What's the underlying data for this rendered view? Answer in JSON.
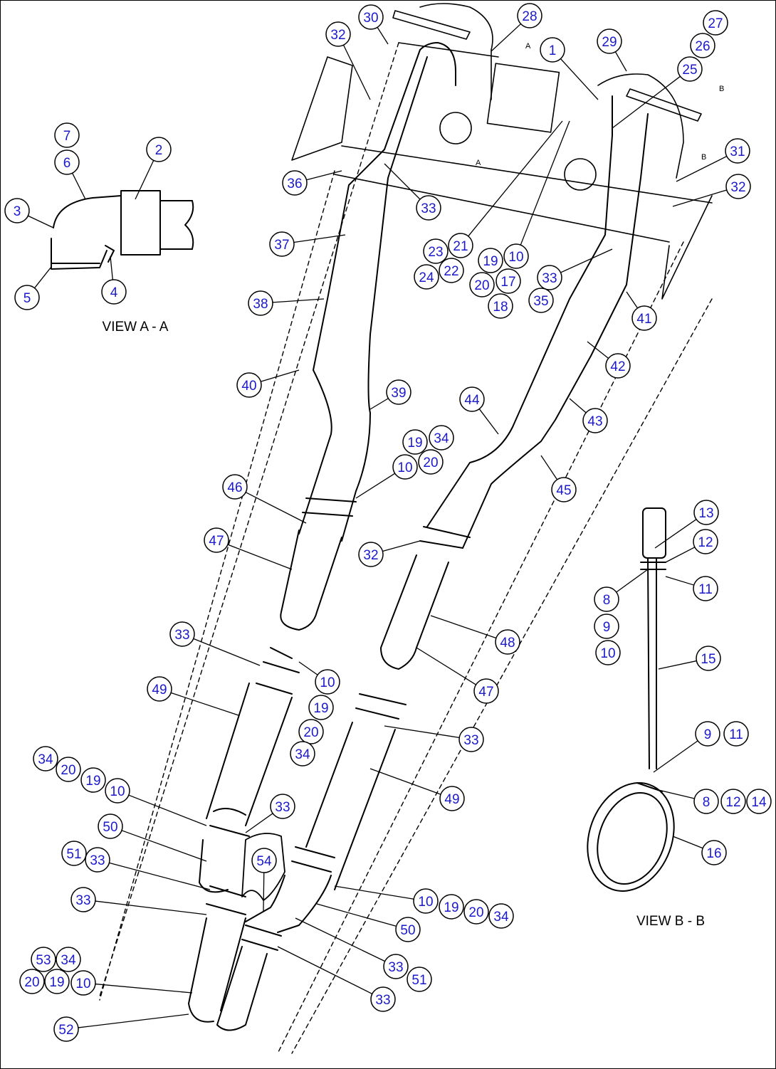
{
  "colors": {
    "line": "#000000",
    "callout_fill": "#ffffff",
    "callout_text": "#1a1acc"
  },
  "view_labels": {
    "view_a": "VIEW A - A",
    "view_b": "VIEW B - B"
  },
  "section_markers": {
    "a_top": "A",
    "a_bottom": "A",
    "b_top": "B",
    "b_bottom": "B"
  },
  "callouts": [
    "30",
    "28",
    "32",
    "1",
    "29",
    "27",
    "26",
    "25",
    "31",
    "32",
    "36",
    "33",
    "37",
    "21",
    "23",
    "22",
    "24",
    "19",
    "10",
    "20",
    "17",
    "18",
    "33",
    "35",
    "38",
    "41",
    "42",
    "40",
    "39",
    "44",
    "43",
    "19",
    "34",
    "10",
    "20",
    "45",
    "46",
    "47",
    "32",
    "33",
    "48",
    "49",
    "10",
    "19",
    "47",
    "20",
    "34",
    "33",
    "34",
    "20",
    "19",
    "10",
    "49",
    "33",
    "50",
    "51",
    "33",
    "54",
    "33",
    "10",
    "19",
    "20",
    "34",
    "50",
    "53",
    "34",
    "20",
    "19",
    "10",
    "33",
    "51",
    "33",
    "52",
    "7",
    "6",
    "2",
    "3",
    "5",
    "4",
    "13",
    "12",
    "11",
    "8",
    "9",
    "10",
    "15",
    "9",
    "11",
    "8",
    "12",
    "14",
    "16"
  ]
}
